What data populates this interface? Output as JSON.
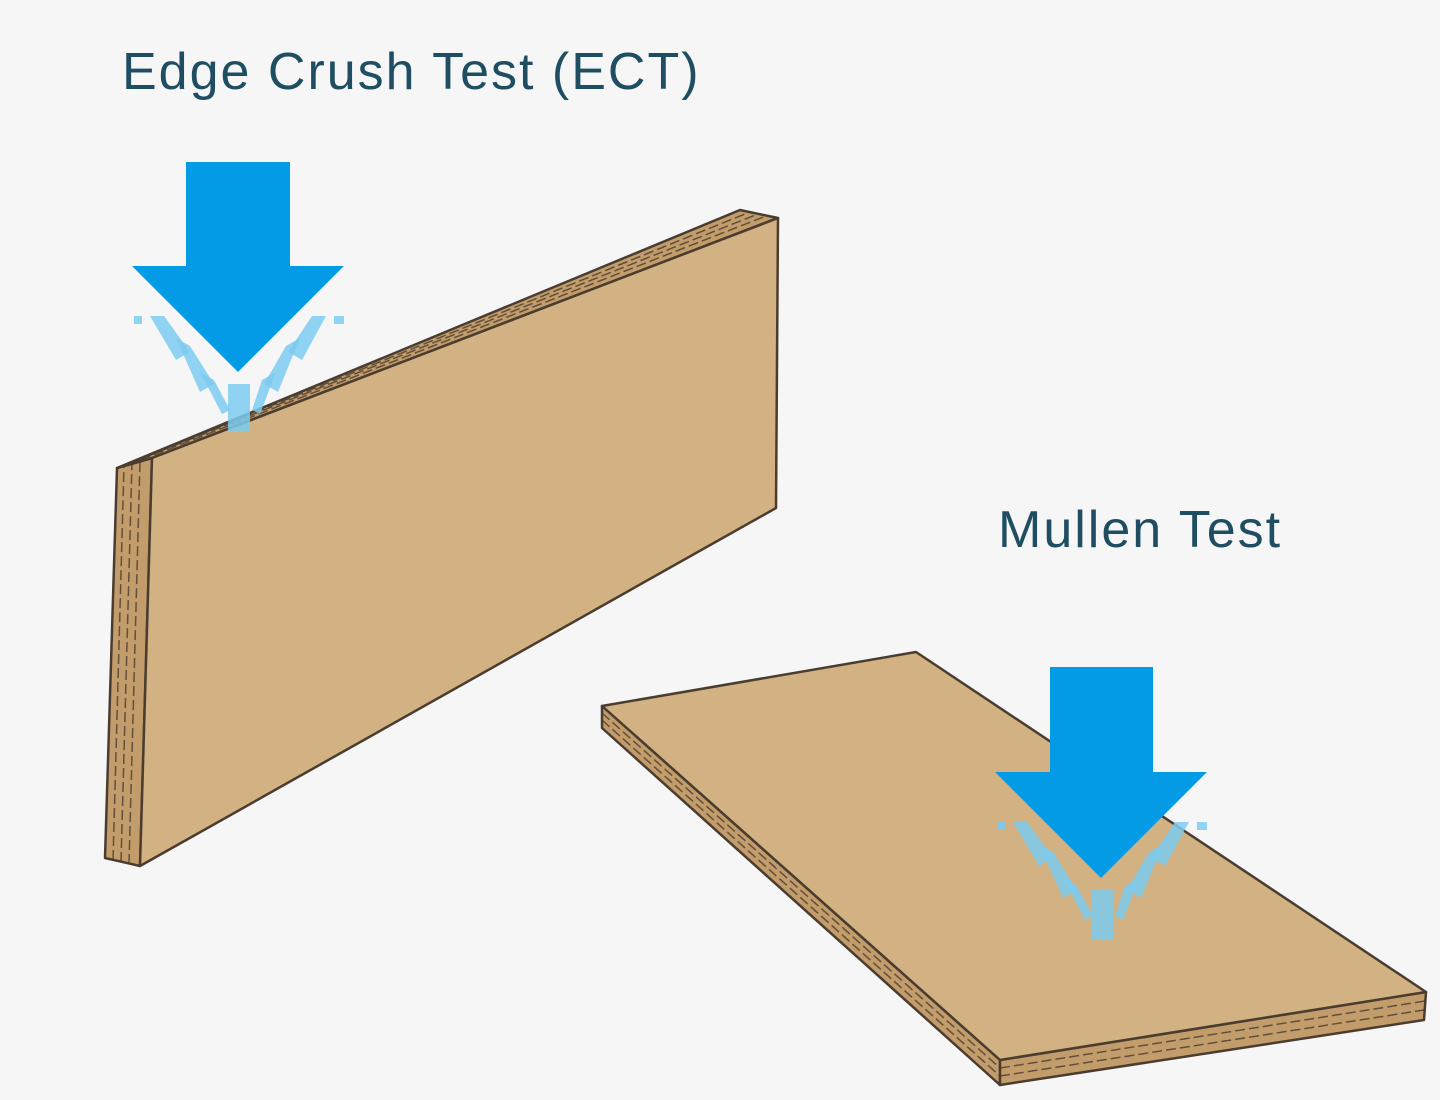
{
  "colors": {
    "background": "#f6f6f7",
    "title_text": "#1f4e63",
    "cardboard_face": "#d2b183",
    "cardboard_edge": "#c29c6a",
    "cardboard_outline": "#4a3d2f",
    "arrow": "#039be5",
    "arrow_impact": "#7ccbf0"
  },
  "ect": {
    "title": "Edge Crush Test (ECT)",
    "arrow_icon": "down-arrow-icon",
    "board_orientation": "vertical"
  },
  "mullen": {
    "title": "Mullen Test",
    "arrow_icon": "down-arrow-icon",
    "board_orientation": "horizontal"
  }
}
